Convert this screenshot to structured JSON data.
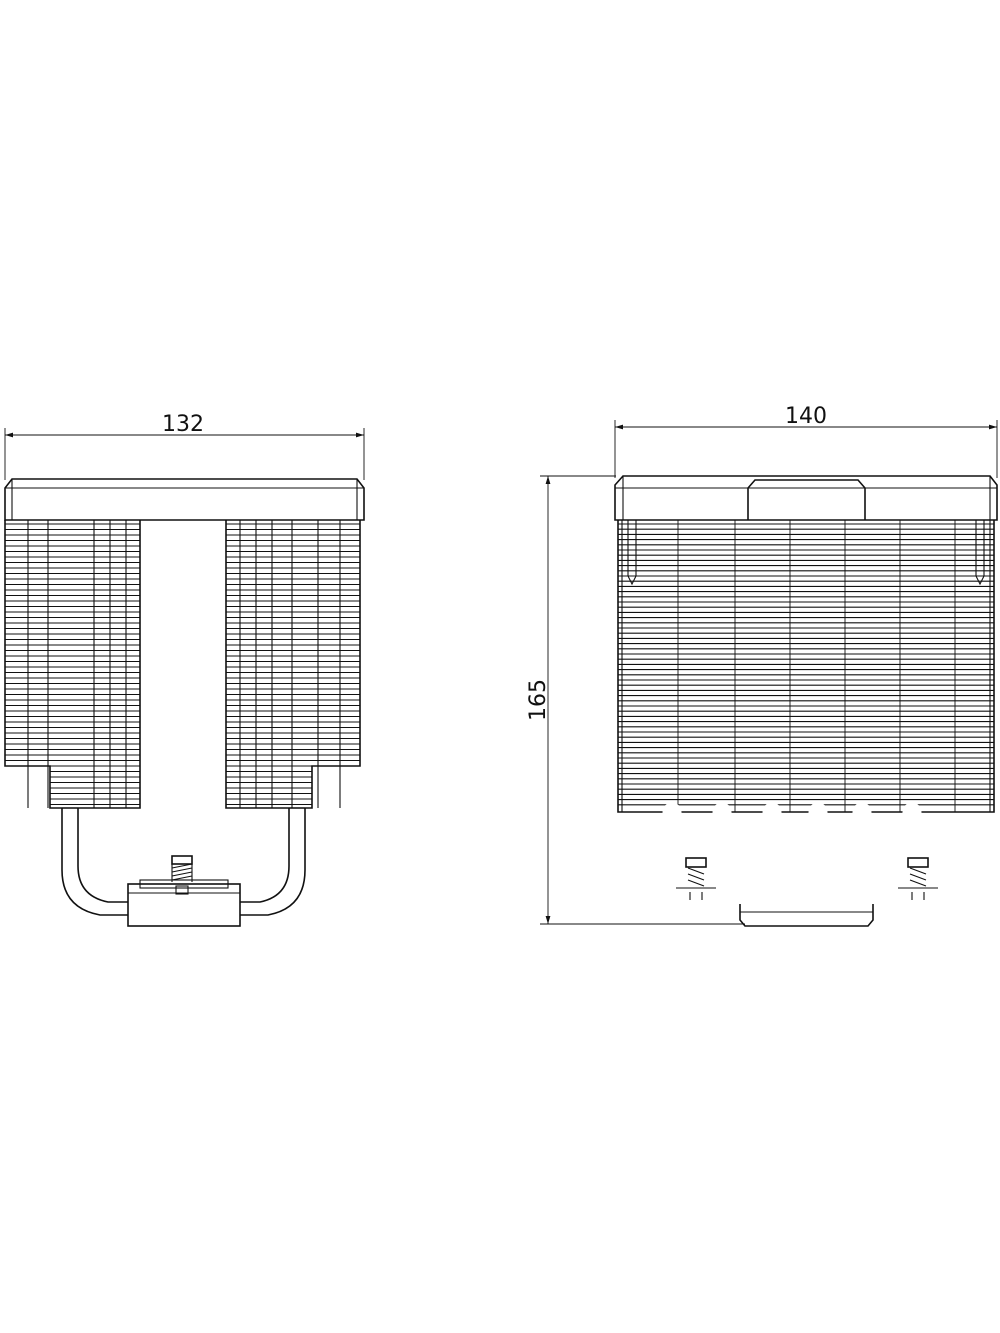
{
  "drawing": {
    "front_view": {
      "width_label": "132"
    },
    "side_view": {
      "width_label": "140",
      "height_label": "165"
    }
  }
}
